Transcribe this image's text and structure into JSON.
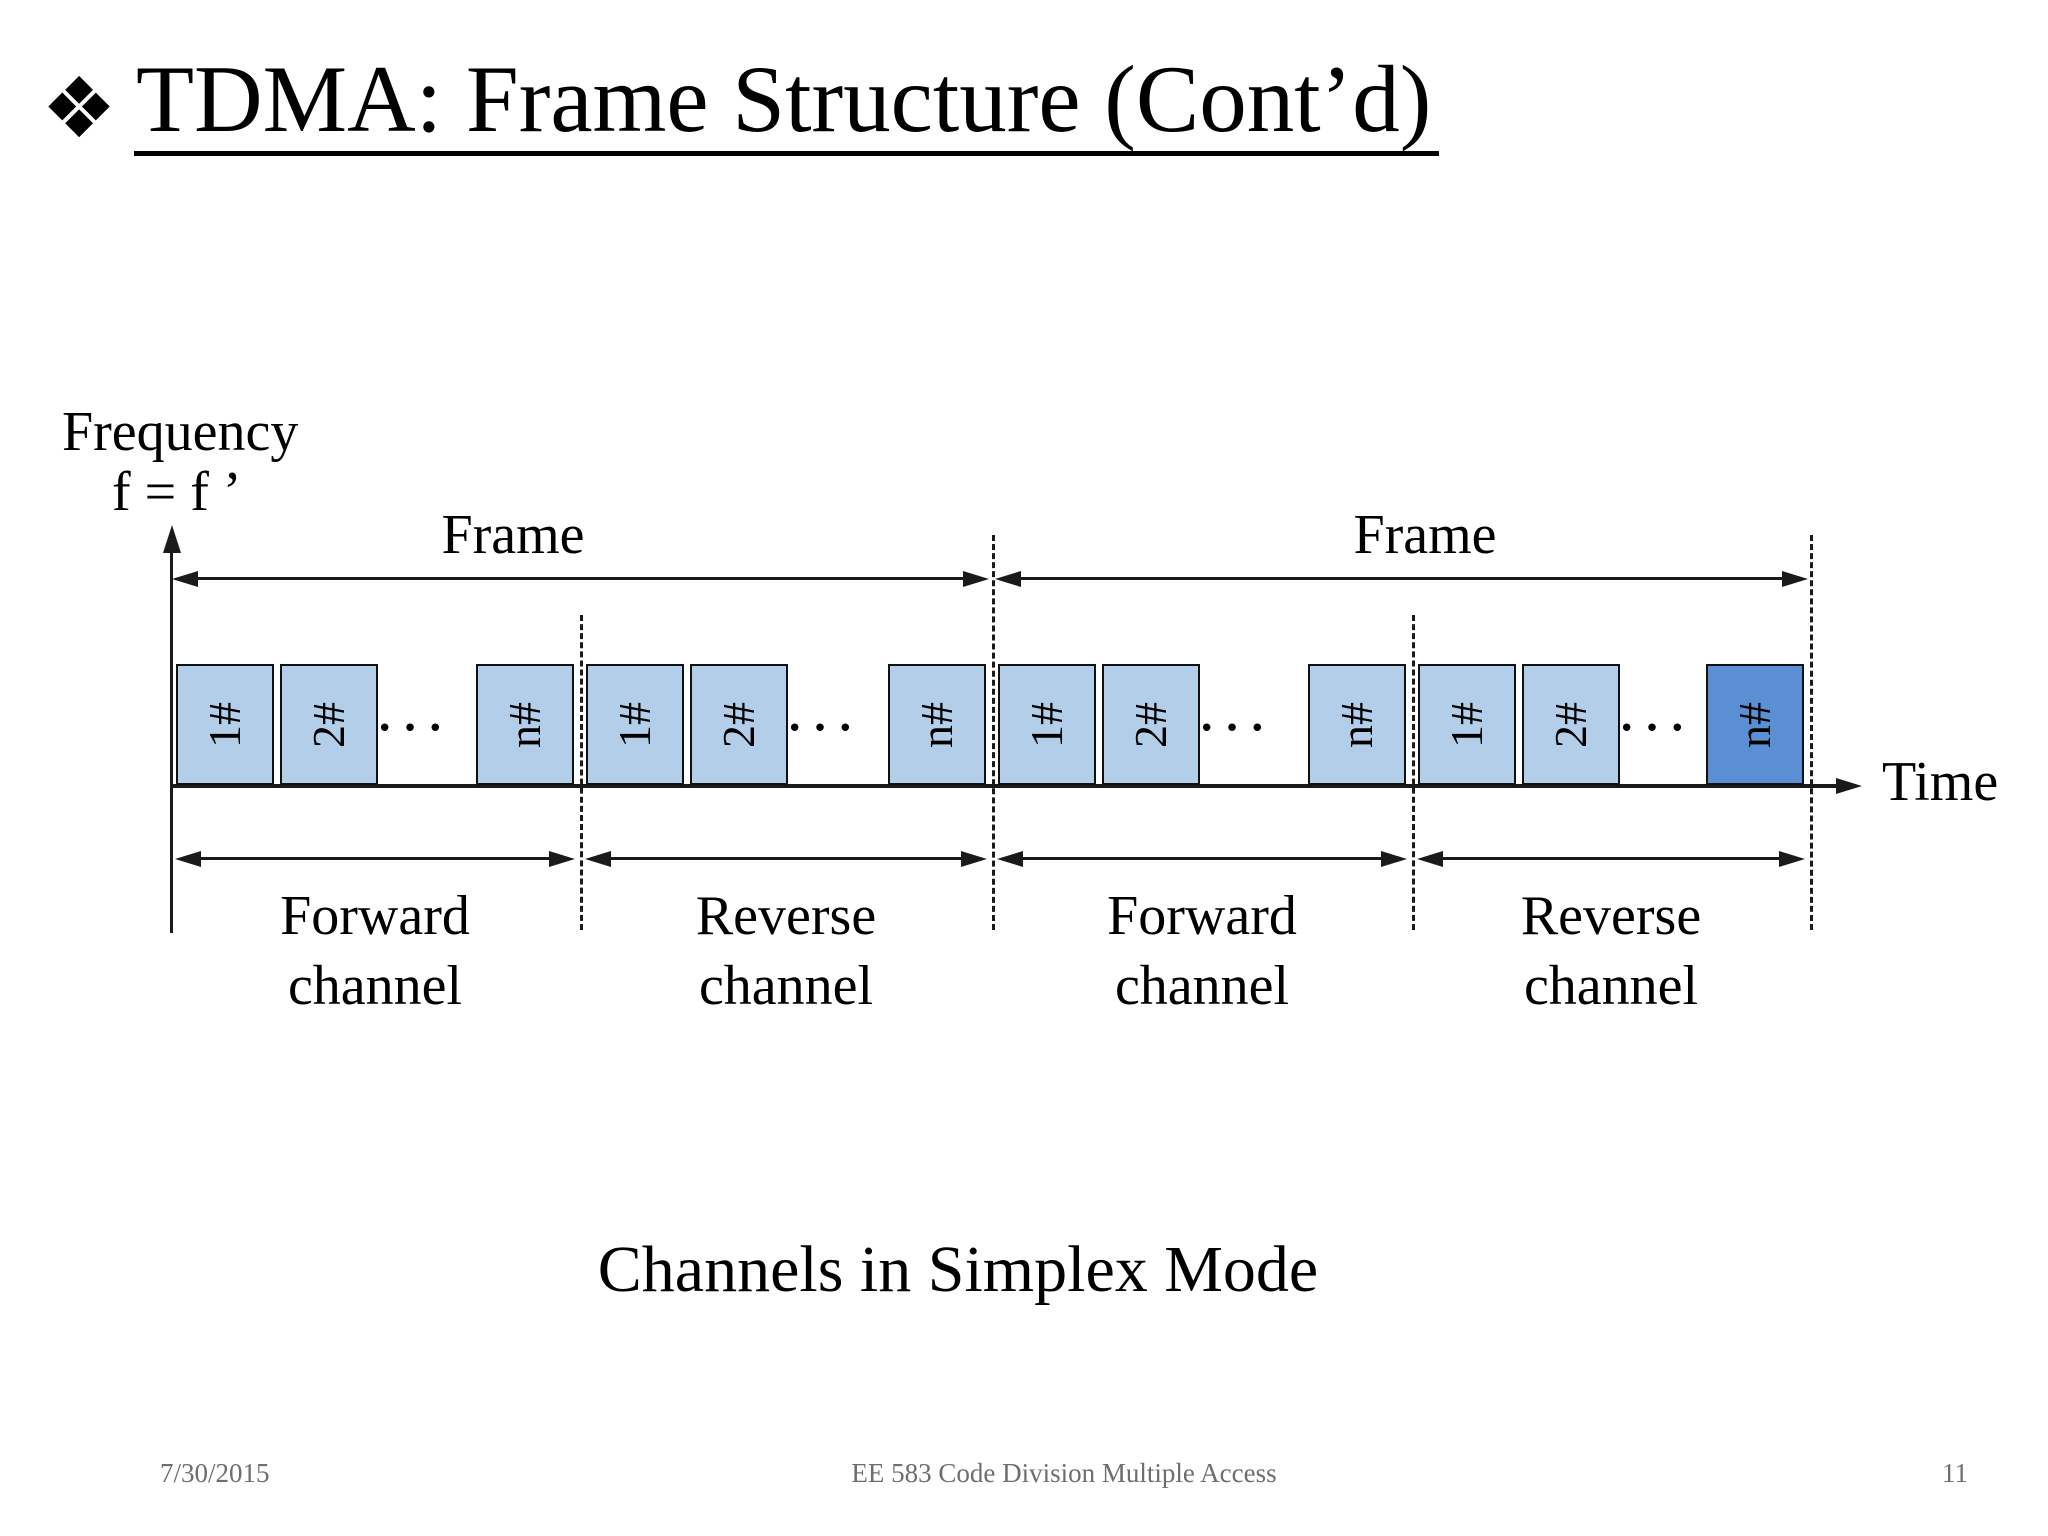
{
  "title": {
    "bullet": "❖",
    "text": "TDMA: Frame Structure (Cont’d)"
  },
  "diagram": {
    "y_axis_label_line1": "Frequency",
    "y_axis_label_line2": "f = f ’",
    "x_axis_label": "Time",
    "ellipsis": "•••",
    "frames": [
      {
        "label": "Frame"
      },
      {
        "label": "Frame"
      }
    ],
    "channels": [
      {
        "direction": "Forward",
        "direction_line2": "channel",
        "slots": [
          "1#",
          "2#",
          "n#"
        ],
        "highlight_last": false
      },
      {
        "direction": "Reverse",
        "direction_line2": "channel",
        "slots": [
          "1#",
          "2#",
          "n#"
        ],
        "highlight_last": false
      },
      {
        "direction": "Forward",
        "direction_line2": "channel",
        "slots": [
          "1#",
          "2#",
          "n#"
        ],
        "highlight_last": false
      },
      {
        "direction": "Reverse",
        "direction_line2": "channel",
        "slots": [
          "1#",
          "2#",
          "n#"
        ],
        "highlight_last": true
      }
    ],
    "colors": {
      "slot_fill": "#b3cee8",
      "slot_fill_highlight": "#5b8fd4",
      "line": "#1a1a1a"
    }
  },
  "caption": "Channels in Simplex Mode",
  "footer": {
    "date": "7/30/2015",
    "center": "EE 583 Code Division Multiple Access",
    "page": "11"
  }
}
